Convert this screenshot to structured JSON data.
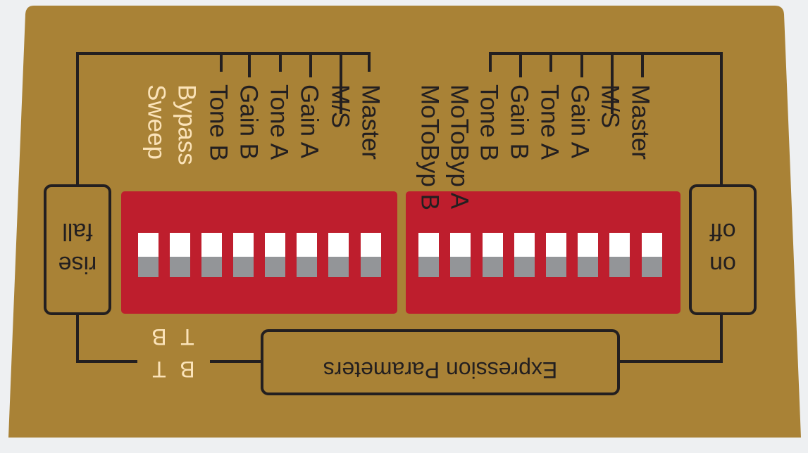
{
  "colors": {
    "panel": "#a98236",
    "line": "#231f20",
    "dip_block": "#be1e2d",
    "switch_on": "#ffffff",
    "switch_off": "#939598",
    "label_dark": "#231f20",
    "label_light": "#fbe3b9",
    "page_bg": "#eef0f2"
  },
  "left_bank": {
    "light_labels": [
      "Sweep",
      "Bypass"
    ],
    "dark_labels": [
      "Tone B",
      "Gain B",
      "Tone A",
      "Gain A",
      "M/S",
      "Master"
    ]
  },
  "right_bank": {
    "light_labels": [],
    "dark_labels": [
      "MoToByp B",
      "MoToByp A",
      "Tone B",
      "Gain B",
      "Tone A",
      "Gain A",
      "M/S",
      "Master"
    ]
  },
  "rise_fall_box": {
    "top_label": "rise",
    "bottom_label": "fall"
  },
  "on_off_box": {
    "top_label": "on",
    "bottom_label": "off"
  },
  "expression_box": {
    "label": "Expression Parameters"
  },
  "tb_labels": {
    "row1": [
      "B",
      "T"
    ],
    "row2": [
      "T",
      "B"
    ]
  },
  "switches": {
    "left_count": 8,
    "right_count": 8
  }
}
